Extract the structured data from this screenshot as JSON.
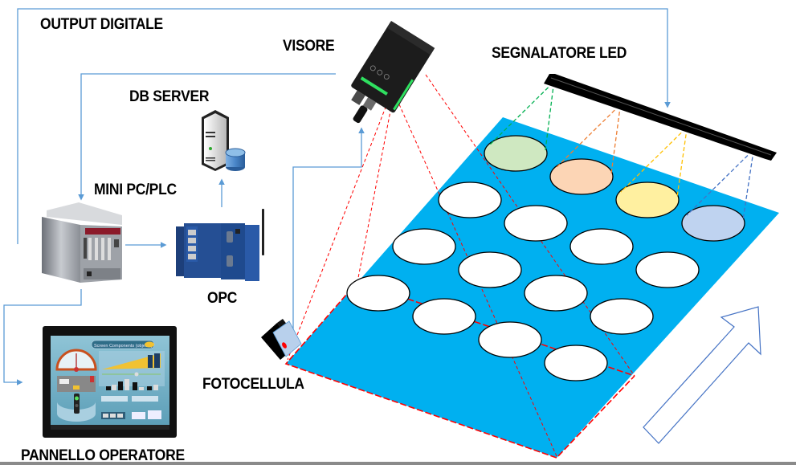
{
  "labels": {
    "output_digitale": "OUTPUT DIGITALE",
    "visore": "VISORE",
    "segnalatore_led": "SEGNALATORE LED",
    "db_server": "DB SERVER",
    "mini_pc_plc": "MINI PC/PLC",
    "opc": "OPC",
    "fotocellula": "FOTOCELLULA",
    "pannello_operatore": "PANNELLO OPERATORE"
  },
  "colors": {
    "connector": "#5b9bd5",
    "conveyor": "#00b0f0",
    "camera_fov": "#ff0000",
    "arrow_outline": "#4472c4",
    "led_bar": "#000000"
  },
  "conveyor": {
    "rows": [
      {
        "items": [
          {
            "fill": "#cfe8c1",
            "beam": "#00b050"
          },
          {
            "fill": "#fcd5b5",
            "beam": "#ed7d31"
          },
          {
            "fill": "#fff0a0",
            "beam": "#ffc000"
          },
          {
            "fill": "#bfd3f0",
            "beam": "#4472c4"
          }
        ]
      },
      {
        "items": [
          {
            "fill": "#ffffff"
          },
          {
            "fill": "#ffffff"
          },
          {
            "fill": "#ffffff"
          },
          {
            "fill": "#ffffff"
          }
        ]
      },
      {
        "items": [
          {
            "fill": "#ffffff"
          },
          {
            "fill": "#ffffff"
          },
          {
            "fill": "#ffffff"
          },
          {
            "fill": "#ffffff"
          }
        ]
      },
      {
        "items": [
          {
            "fill": "#ffffff"
          },
          {
            "fill": "#ffffff"
          },
          {
            "fill": "#ffffff"
          },
          {
            "fill": "#ffffff"
          }
        ]
      }
    ]
  },
  "hmi_screen": {
    "title": "Screen Components (objects)"
  }
}
